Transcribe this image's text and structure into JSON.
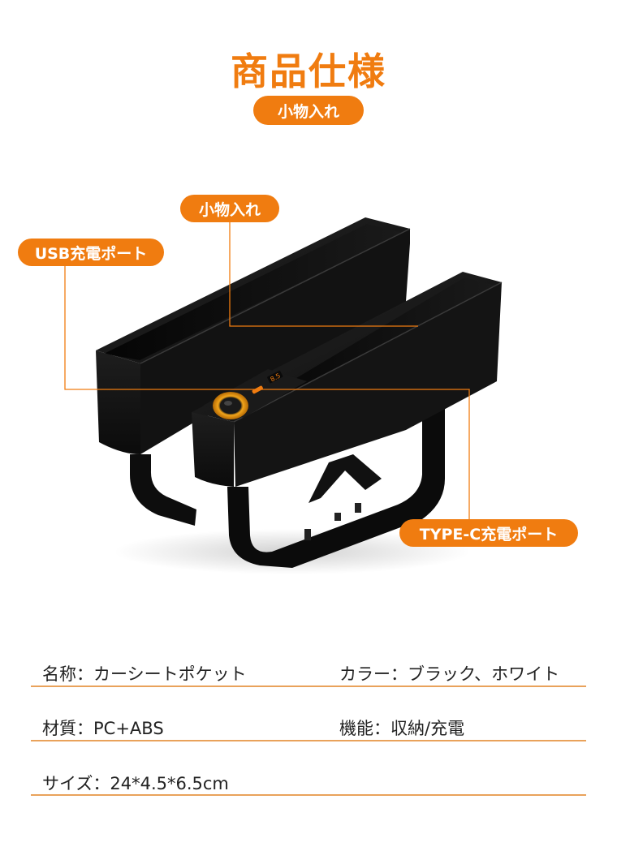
{
  "header": {
    "title": "商品仕様",
    "subtitle": "小物入れ"
  },
  "callouts": {
    "storage": "小物入れ",
    "usb": "USB充電ポート",
    "typec": "TYPE-C充電ポート"
  },
  "device_display": "8.5",
  "specs": {
    "name": "名称：カーシートポケット",
    "color": "カラー：ブラック、ホワイト",
    "material": "材質：PC+ABS",
    "function": "機能：収納/充電",
    "size": "サイズ：24*4.5*6.5cm"
  },
  "colors": {
    "accent": "#f07c10",
    "title": "#f07c10",
    "divider": "#e9a25b",
    "product": "#141414"
  }
}
